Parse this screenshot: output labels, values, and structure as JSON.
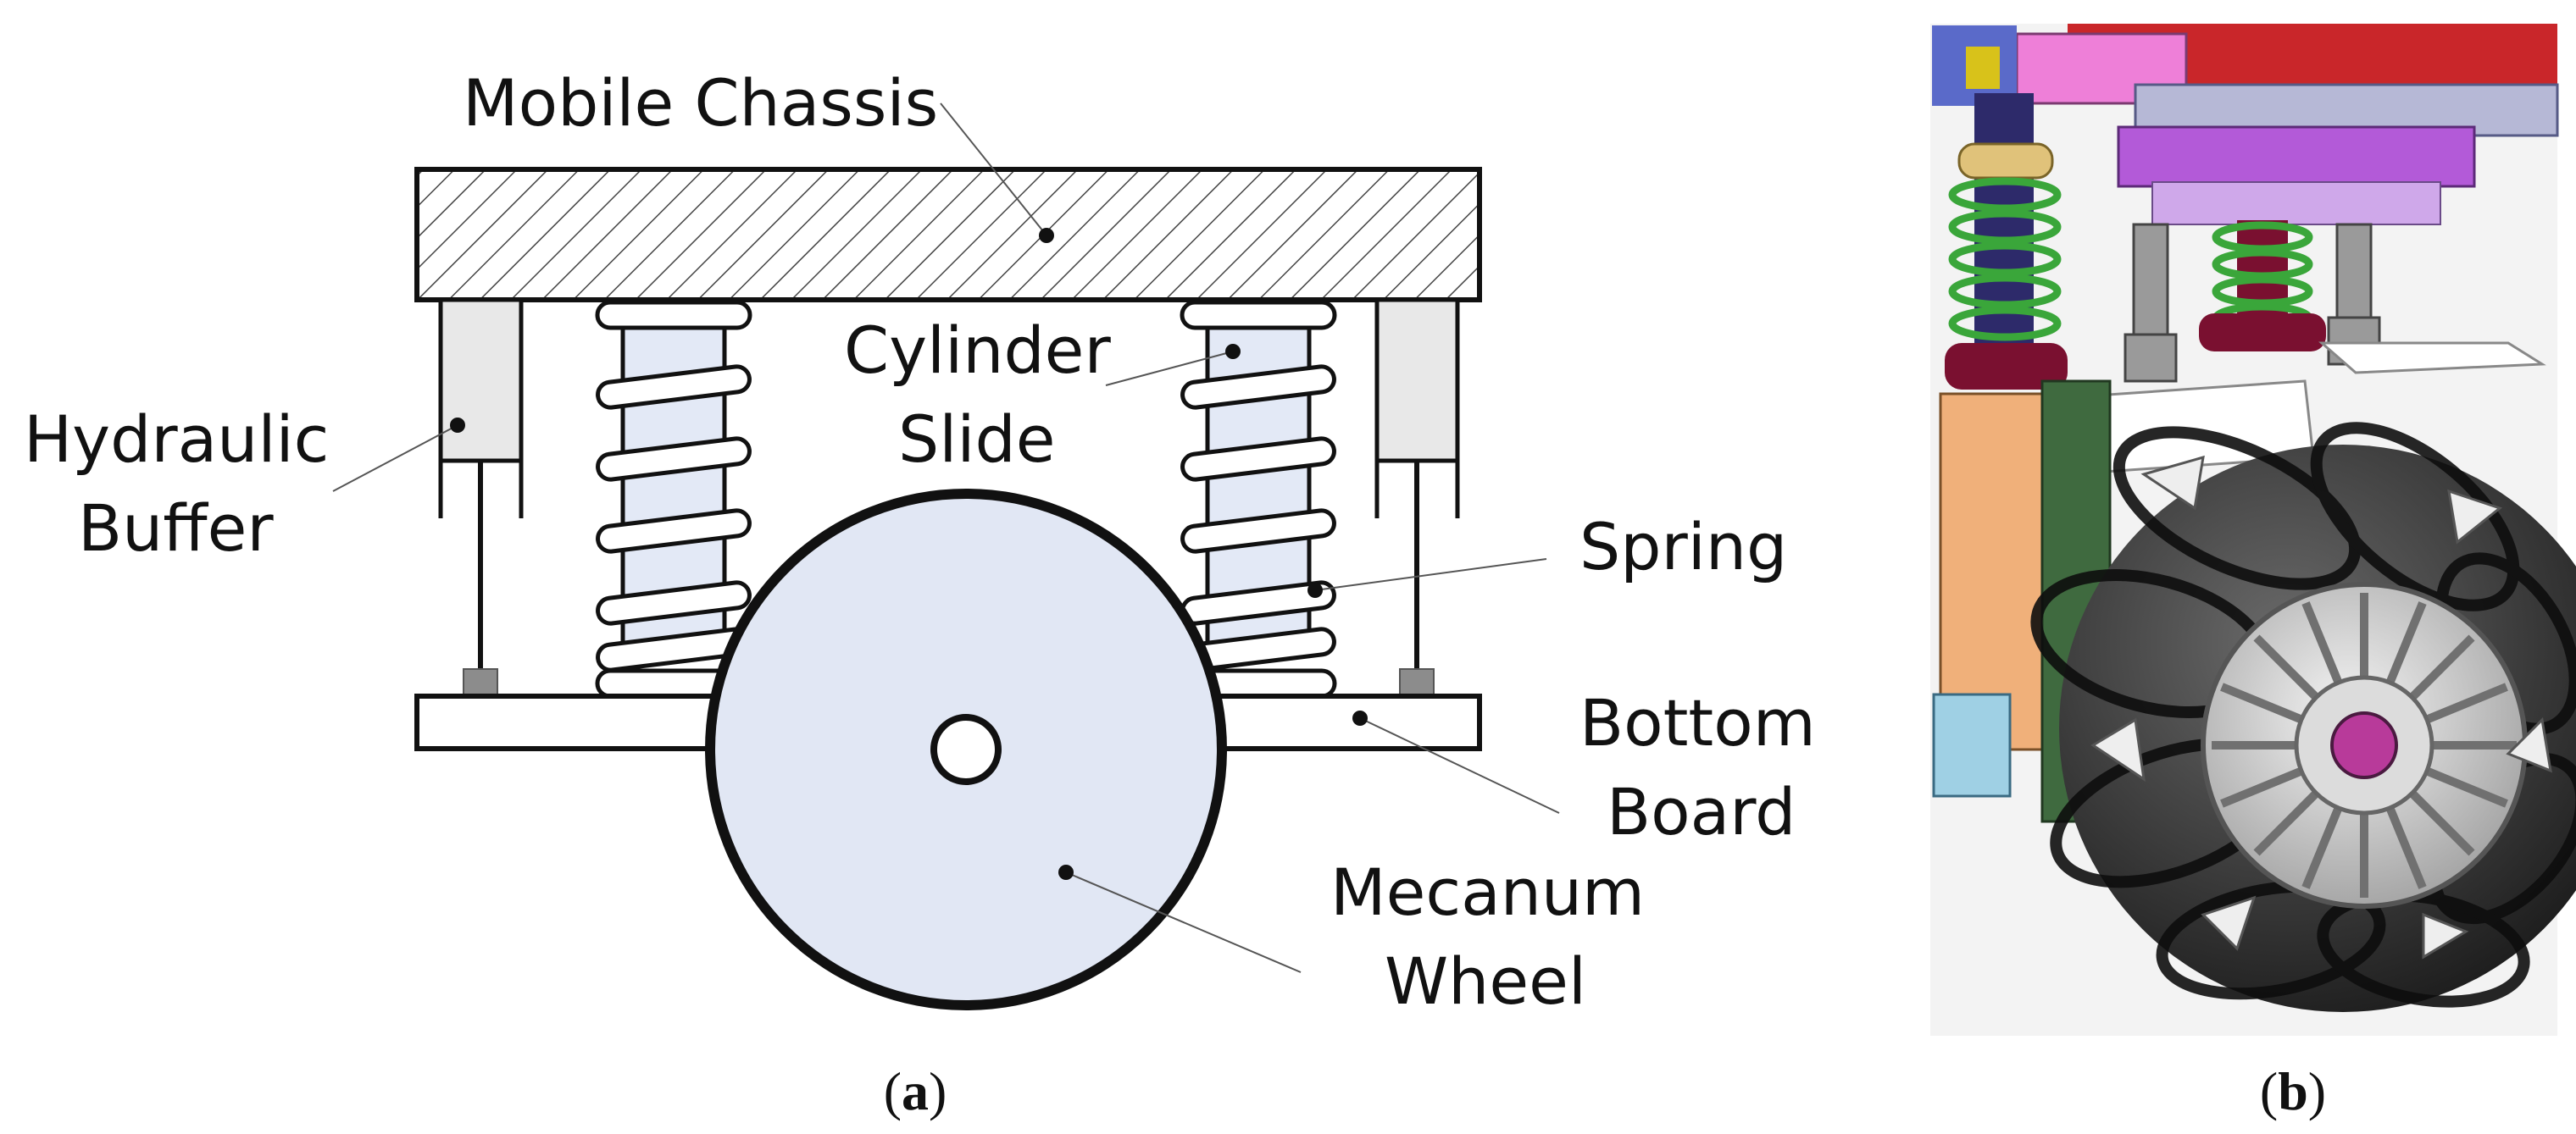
{
  "panel_a": {
    "labels": {
      "mobile_chassis": "Mobile Chassis",
      "cylinder": "Cylinder",
      "slide": "Slide",
      "hydraulic": "Hydraulic",
      "buffer": "Buffer",
      "spring": "Spring",
      "bottom": "Bottom",
      "board": "Board",
      "mecanum": "Mecanum",
      "wheel": "Wheel"
    },
    "caption": {
      "open": "(",
      "letter": "a",
      "close": ")"
    }
  },
  "panel_b": {
    "caption": {
      "open": "(",
      "letter": "b",
      "close": ")"
    }
  },
  "colors": {
    "outline": "#111111",
    "slide_fill": "#e3e9f6",
    "buffer_fill": "#e8e8e8",
    "wheel_fill": "#e1e7f4",
    "pad_fill": "#8c8c8c",
    "hatch": "#444444"
  }
}
